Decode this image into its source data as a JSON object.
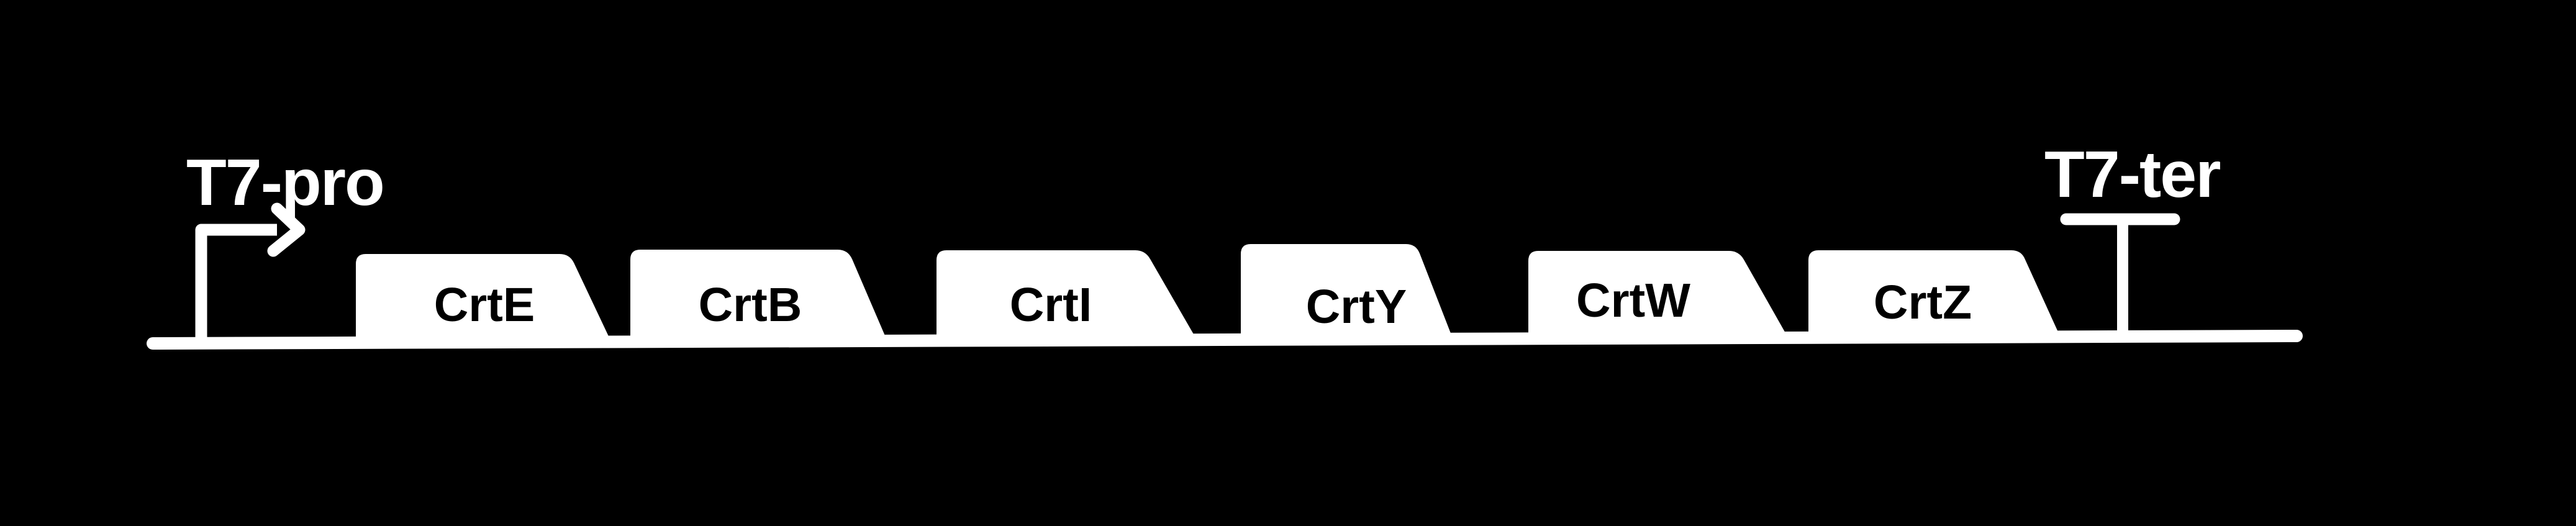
{
  "figure": {
    "description": "Gene construct diagram of a carotenoid biosynthesis operon drawn as white glyphs on a black background",
    "colors": {
      "background": "#000000",
      "glyph": "#ffffff",
      "gene_text": "#000000"
    },
    "promoter": {
      "label": "T7-pro",
      "icon": "bent-arrow-promoter-icon"
    },
    "terminator": {
      "label": "T7-ter",
      "icon": "t-bar-terminator-icon"
    },
    "backbone": {
      "name": "dna-backbone-line"
    },
    "genes": [
      {
        "label": "CrtE"
      },
      {
        "label": "CrtB"
      },
      {
        "label": "CrtI"
      },
      {
        "label": "CrtY"
      },
      {
        "label": "CrtW"
      },
      {
        "label": "CrtZ"
      }
    ]
  }
}
